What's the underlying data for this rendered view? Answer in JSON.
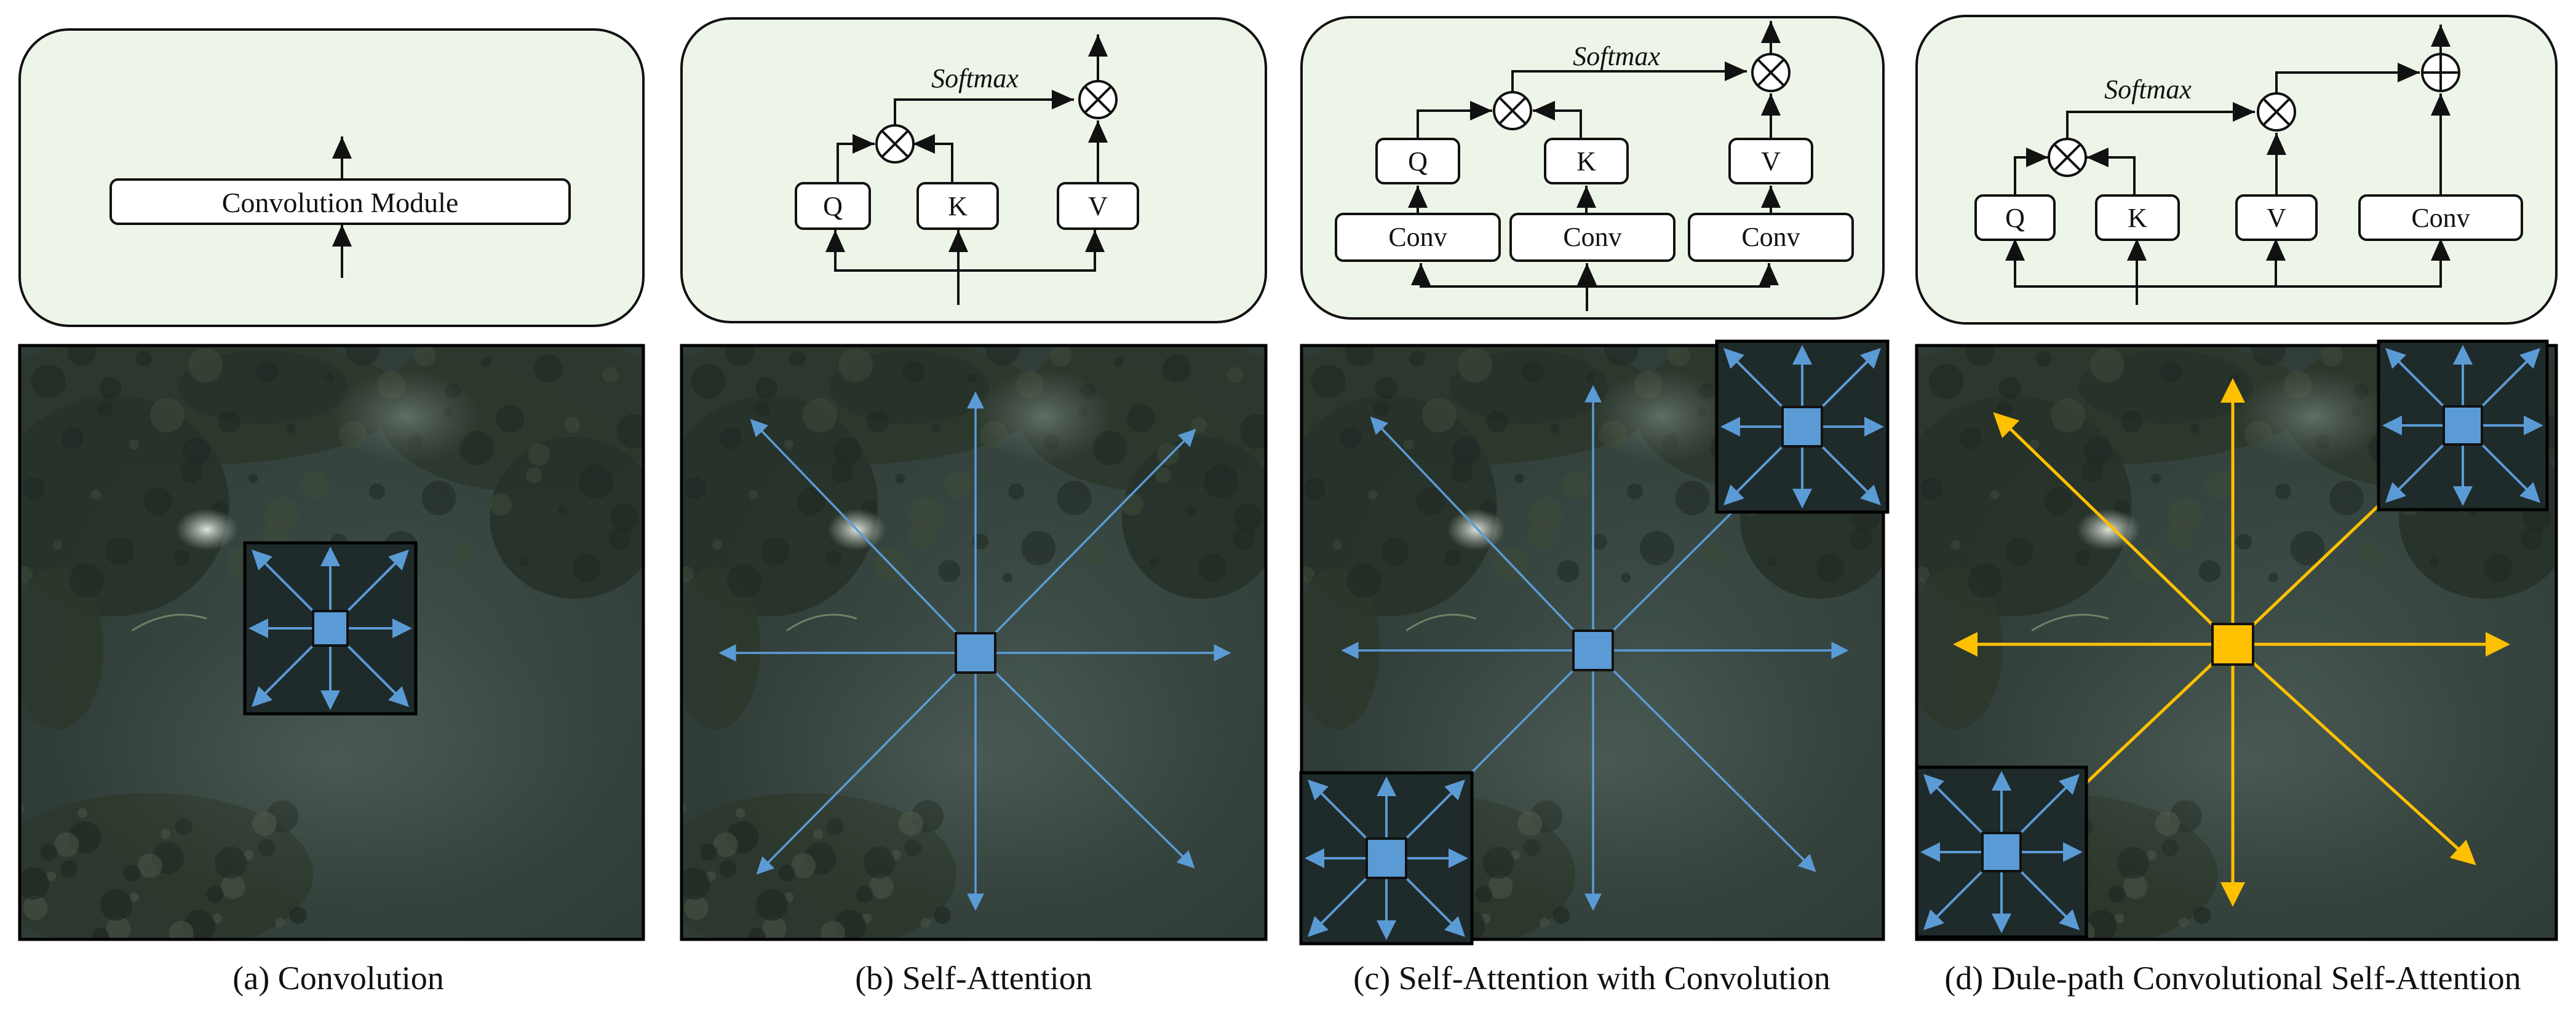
{
  "panels": [
    {
      "caption": "(a) Convolution",
      "module": {
        "label": "Convolution Module"
      }
    },
    {
      "caption": "(b) Self-Attention",
      "module": {
        "softmax": "Softmax",
        "q": "Q",
        "k": "K",
        "v": "V"
      }
    },
    {
      "caption": "(c) Self-Attention with Convolution",
      "module": {
        "softmax": "Softmax",
        "q": "Q",
        "k": "K",
        "v": "V",
        "conv_q": "Conv",
        "conv_k": "Conv",
        "conv_v": "Conv"
      }
    },
    {
      "caption": "(d) Dule-path Convolutional Self-Attention",
      "module": {
        "softmax": "Softmax",
        "q": "Q",
        "k": "K",
        "v": "V",
        "conv": "Conv"
      }
    }
  ],
  "colors": {
    "module_bg": "#edf5e8",
    "attention_blue": "#5b9bd5",
    "attention_gold": "#ffc000",
    "frame": "#000000"
  }
}
